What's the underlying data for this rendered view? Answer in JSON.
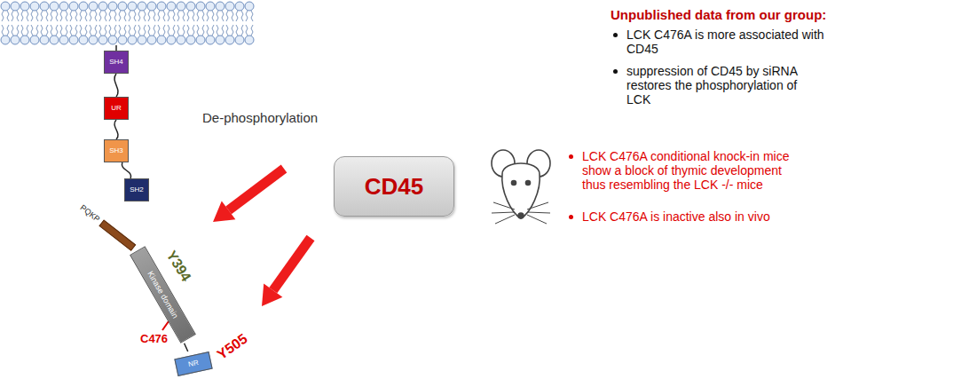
{
  "diagram": {
    "nodes": [
      {
        "text": [
          "SH4"
        ]
      },
      {
        "text": [
          "UR"
        ]
      },
      {
        "text": [
          "SH3"
        ]
      },
      {
        "text": [
          "SH2"
        ]
      },
      {
        "text": [
          "PQKP"
        ]
      },
      {
        "text": [
          "Kinase domain"
        ]
      },
      {
        "text": [
          "NR"
        ]
      },
      {
        "text": [
          "CD45"
        ]
      }
    ],
    "edges": [
      {
        "from": 0,
        "to": 1,
        "arrow": "none"
      },
      {
        "from": 1,
        "to": 2,
        "arrow": "none"
      },
      {
        "from": 2,
        "to": 3,
        "arrow": "none"
      },
      {
        "from": 5,
        "to": 6,
        "arrow": "none"
      }
    ],
    "labels": [
      "De-phosphorylation",
      "Y394",
      "C476",
      "Y505",
      "Unpublished data from our group:",
      "LCK C476A is more associated with CD45",
      "suppression of CD45 by siRNA restores the phosphorylation of LCK",
      "LCK C476A conditional knock-in mice show a block of thymic development thus resembling the LCK -/- mice",
      "LCK C476A is inactive also in vivo"
    ]
  }
}
